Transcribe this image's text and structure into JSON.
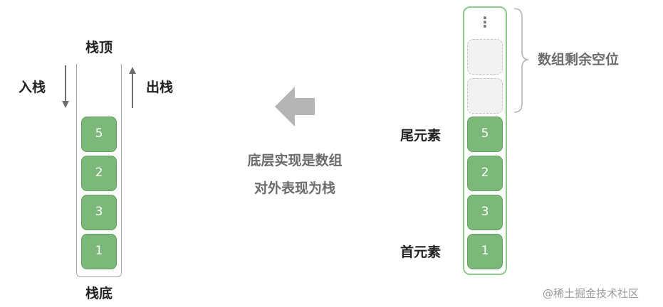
{
  "stack": {
    "top_label": "栈顶",
    "bottom_label": "栈底",
    "push_label": "入栈",
    "pop_label": "出栈",
    "cells": [
      "5",
      "2",
      "3",
      "1"
    ]
  },
  "caption": {
    "line1": "底层实现是数组",
    "line2": "对外表现为栈"
  },
  "array": {
    "ellipsis": "⋮",
    "free_space_label": "数组剩余空位",
    "tail_label": "尾元素",
    "head_label": "首元素",
    "cells": [
      "5",
      "2",
      "3",
      "1"
    ]
  },
  "watermark": "@稀土掘金技术社区",
  "colors": {
    "cell_fill": "#7cb87a",
    "cell_border": "#5f9f5c",
    "frame_border": "#8ec98b",
    "empty_fill": "#f2f2f2",
    "arrow_gray": "#b5b5b5"
  }
}
